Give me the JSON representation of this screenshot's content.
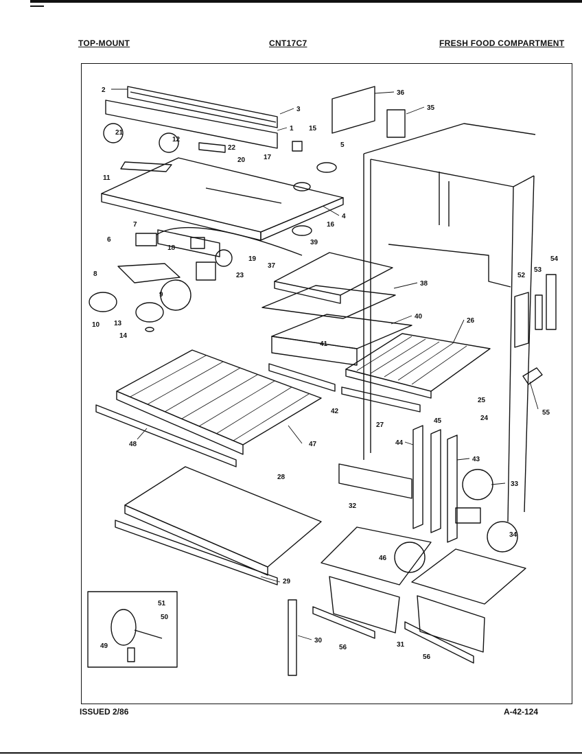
{
  "header": {
    "left": "TOP-MOUNT",
    "center": "CNT17C7",
    "right": "FRESH FOOD COMPARTMENT"
  },
  "footer": {
    "issued": "ISSUED 2/86",
    "code": "A-42-124"
  },
  "callouts": [
    "1",
    "2",
    "3",
    "4",
    "5",
    "6",
    "7",
    "8",
    "9",
    "10",
    "11",
    "12",
    "13",
    "14",
    "15",
    "16",
    "17",
    "18",
    "19",
    "20",
    "21",
    "22",
    "23",
    "24",
    "25",
    "26",
    "27",
    "28",
    "29",
    "30",
    "31",
    "32",
    "33",
    "34",
    "35",
    "36",
    "37",
    "38",
    "39",
    "40",
    "41",
    "42",
    "43",
    "44",
    "45",
    "46",
    "47",
    "48",
    "49",
    "50",
    "51",
    "52",
    "53",
    "54",
    "55",
    "56"
  ]
}
